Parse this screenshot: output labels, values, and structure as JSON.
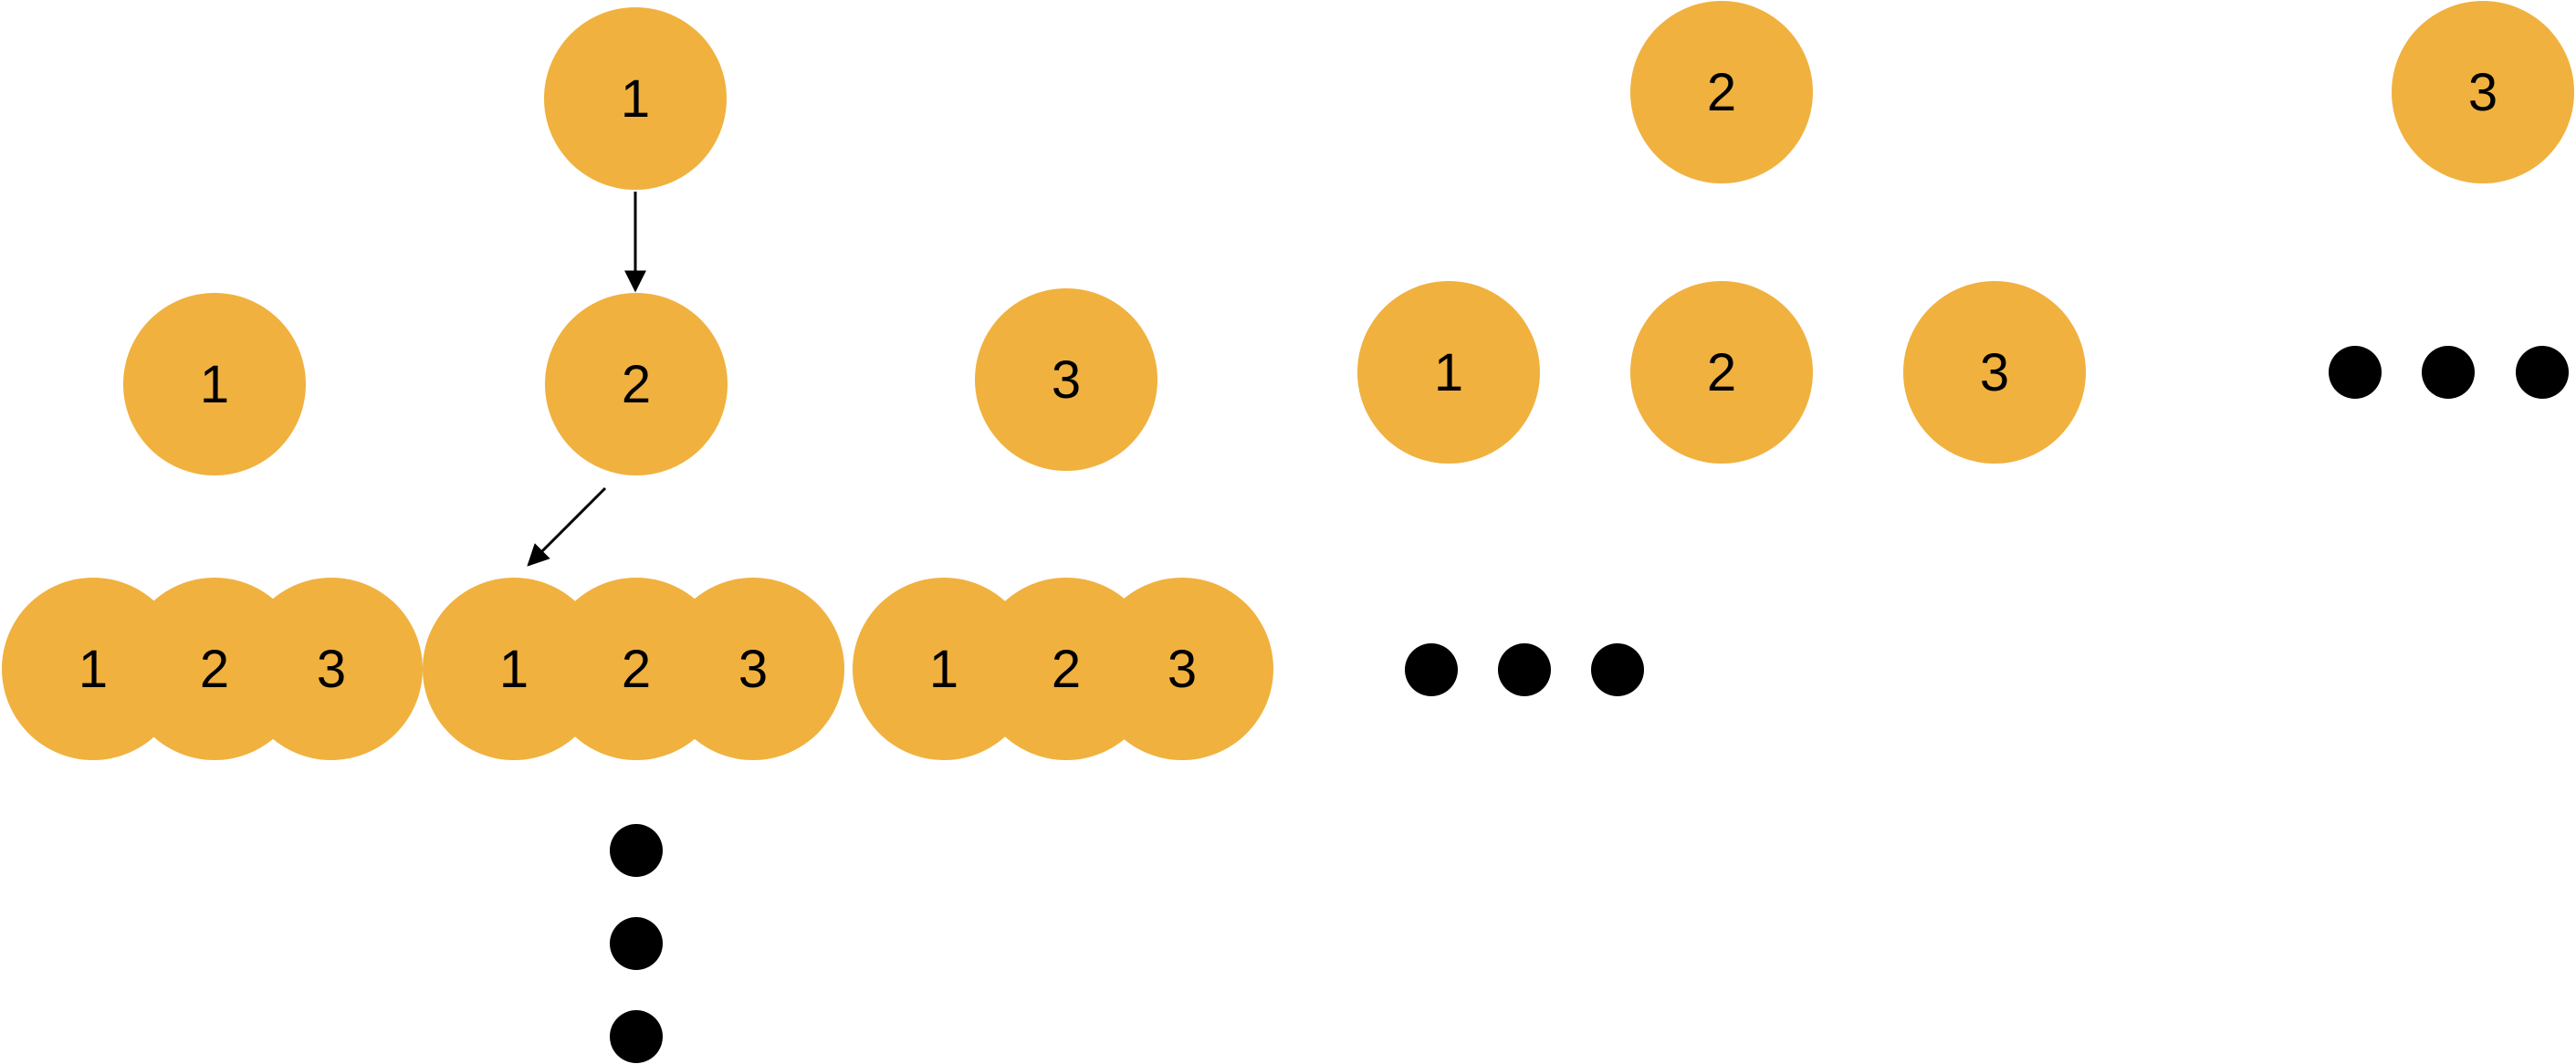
{
  "colors": {
    "node_fill": "#F0B13F",
    "label": "#000000",
    "dot": "#000000",
    "edge": "#000000"
  },
  "root_nodes": [
    {
      "id": "root-1",
      "label": "1"
    },
    {
      "id": "root-2",
      "label": "2"
    },
    {
      "id": "root-3",
      "label": "3"
    }
  ],
  "level2_group_1": [
    {
      "id": "l2a-1",
      "label": "1"
    },
    {
      "id": "l2a-2",
      "label": "2"
    },
    {
      "id": "l2a-3",
      "label": "3"
    }
  ],
  "level2_group_2": [
    {
      "id": "l2b-1",
      "label": "1"
    },
    {
      "id": "l2b-2",
      "label": "2"
    },
    {
      "id": "l2b-3",
      "label": "3"
    }
  ],
  "level3_group_1": [
    {
      "id": "l3a-1",
      "label": "1"
    },
    {
      "id": "l3a-2",
      "label": "2"
    },
    {
      "id": "l3a-3",
      "label": "3"
    }
  ],
  "level3_group_2": [
    {
      "id": "l3b-1",
      "label": "1"
    },
    {
      "id": "l3b-2",
      "label": "2"
    },
    {
      "id": "l3b-3",
      "label": "3"
    }
  ],
  "level3_group_3": [
    {
      "id": "l3c-1",
      "label": "1"
    },
    {
      "id": "l3c-2",
      "label": "2"
    },
    {
      "id": "l3c-3",
      "label": "3"
    }
  ],
  "edges": [
    {
      "from": "root-1",
      "to": "l2a-2"
    },
    {
      "from": "l2a-2",
      "to": "l3b-1"
    }
  ]
}
